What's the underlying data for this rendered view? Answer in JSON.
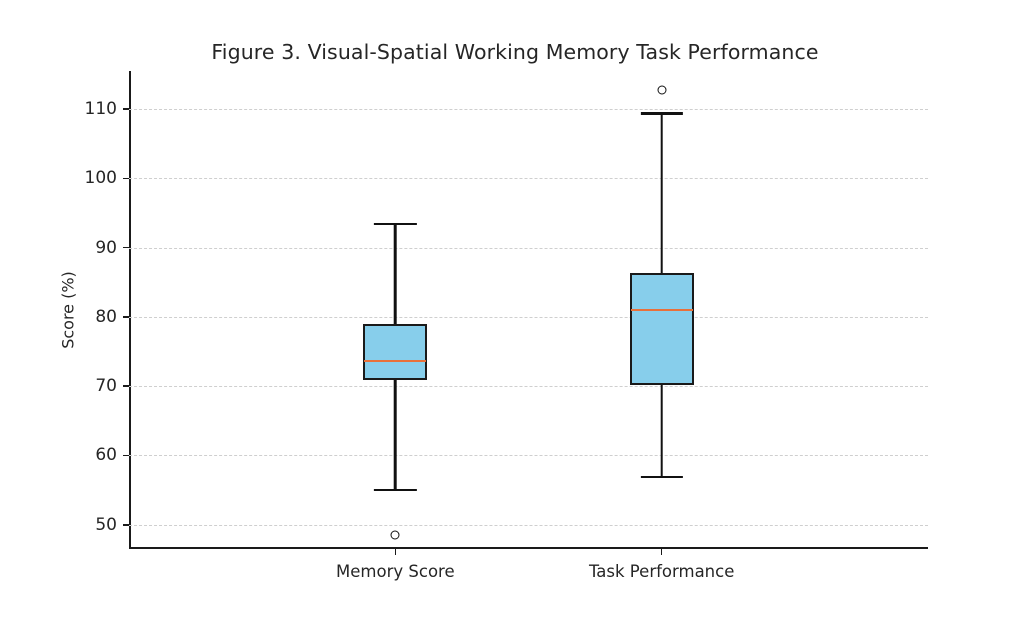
{
  "chart_data": {
    "type": "box",
    "title": "Figure 3. Visual-Spatial Working Memory Task Performance",
    "xlabel": "",
    "ylabel": "Score (%)",
    "categories": [
      "Memory Score",
      "Task Performance"
    ],
    "yticks": [
      50,
      60,
      70,
      80,
      90,
      100,
      110
    ],
    "ytick_labels": [
      "50",
      "60",
      "70",
      "80",
      "90",
      "100",
      "110"
    ],
    "ylim": [
      46.5,
      115.5
    ],
    "grid": true,
    "grid_axis": "y",
    "grid_style": "dashed",
    "legend": null,
    "box_fill_color": "#87ceeb",
    "box_edge_color": "#1a1a1a",
    "median_color": "#e8703a",
    "whisker_color": "#111111",
    "outlier_marker": "open-circle",
    "boxes": [
      {
        "label": "Memory Score",
        "whisker_low": 55.0,
        "q1": 70.9,
        "median": 73.6,
        "q3": 79.0,
        "whisker_high": 93.4,
        "outliers": [
          48.5
        ]
      },
      {
        "label": "Task Performance",
        "whisker_low": 56.9,
        "q1": 70.2,
        "median": 81.0,
        "q3": 86.4,
        "whisker_high": 109.4,
        "outliers": [
          112.7
        ]
      }
    ]
  }
}
